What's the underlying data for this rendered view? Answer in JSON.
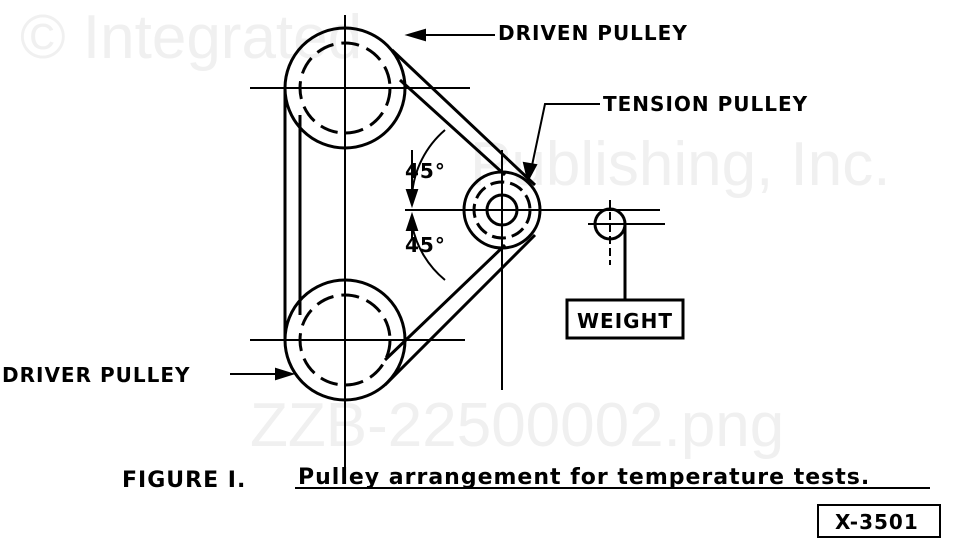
{
  "labels": {
    "driven_pulley": "DRIVEN PULLEY",
    "tension_pulley": "TENSION PULLEY",
    "driver_pulley": "DRIVER PULLEY",
    "weight": "WEIGHT",
    "angle_upper": "45°",
    "angle_lower": "45°"
  },
  "caption": {
    "prefix": "FIGURE I.",
    "text": "Pulley arrangement for temperature tests."
  },
  "figure_id": "X-3501",
  "watermark": [
    "© Integrated",
    "Publishing, Inc.",
    "ZZB-22500002.png"
  ]
}
